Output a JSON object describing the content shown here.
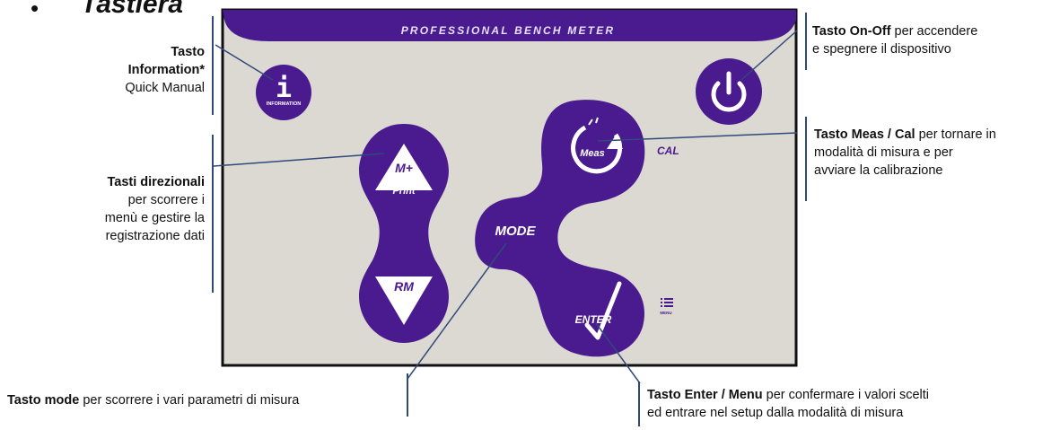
{
  "title": "Tastiera",
  "bullet": "•",
  "device": {
    "header_text": "PROFESSIONAL BENCH METER",
    "buttons": {
      "information": {
        "icon_letter": "i",
        "label": "INFORMATION"
      },
      "power": {
        "icon": "power-icon"
      },
      "up": {
        "label_top": "M+",
        "label_bottom": "Print"
      },
      "down": {
        "label": "RM"
      },
      "mode": {
        "label": "MODE"
      },
      "meas": {
        "label": "Meas",
        "cal_label": "CAL"
      },
      "enter": {
        "label": "ENTER",
        "menu_label": "MENU"
      }
    }
  },
  "annotations": {
    "information": {
      "bold": "Tasto Information*",
      "bold_line1": "Tasto",
      "bold_line2": "Information*",
      "text": "Quick Manual"
    },
    "direzionali": {
      "bold": "Tasti direzionali",
      "line1": "per scorrere i",
      "line2": "menù e gestire la",
      "line3": "registrazione dati"
    },
    "mode": {
      "bold": "Tasto mode",
      "text": " per scorrere i vari parametri di misura"
    },
    "onoff": {
      "bold": "Tasto On-Off",
      "text1": " per accendere",
      "text2": "e spegnere il dispositivo"
    },
    "meascal": {
      "bold": "Tasto Meas / Cal",
      "text1": " per tornare in",
      "text2": "modalità di misura e per",
      "text3": "avviare la calibrazione"
    },
    "enter": {
      "bold": "Tasto Enter / Menu",
      "text1": " per confermare i valori scelti",
      "text2": "ed entrare nel setup dalla modalità di misura"
    }
  },
  "colors": {
    "panel_bg": "#dcd8d2",
    "purple": "#4a1a8f",
    "border": "#111111",
    "pointer": "#2f4a7a"
  }
}
